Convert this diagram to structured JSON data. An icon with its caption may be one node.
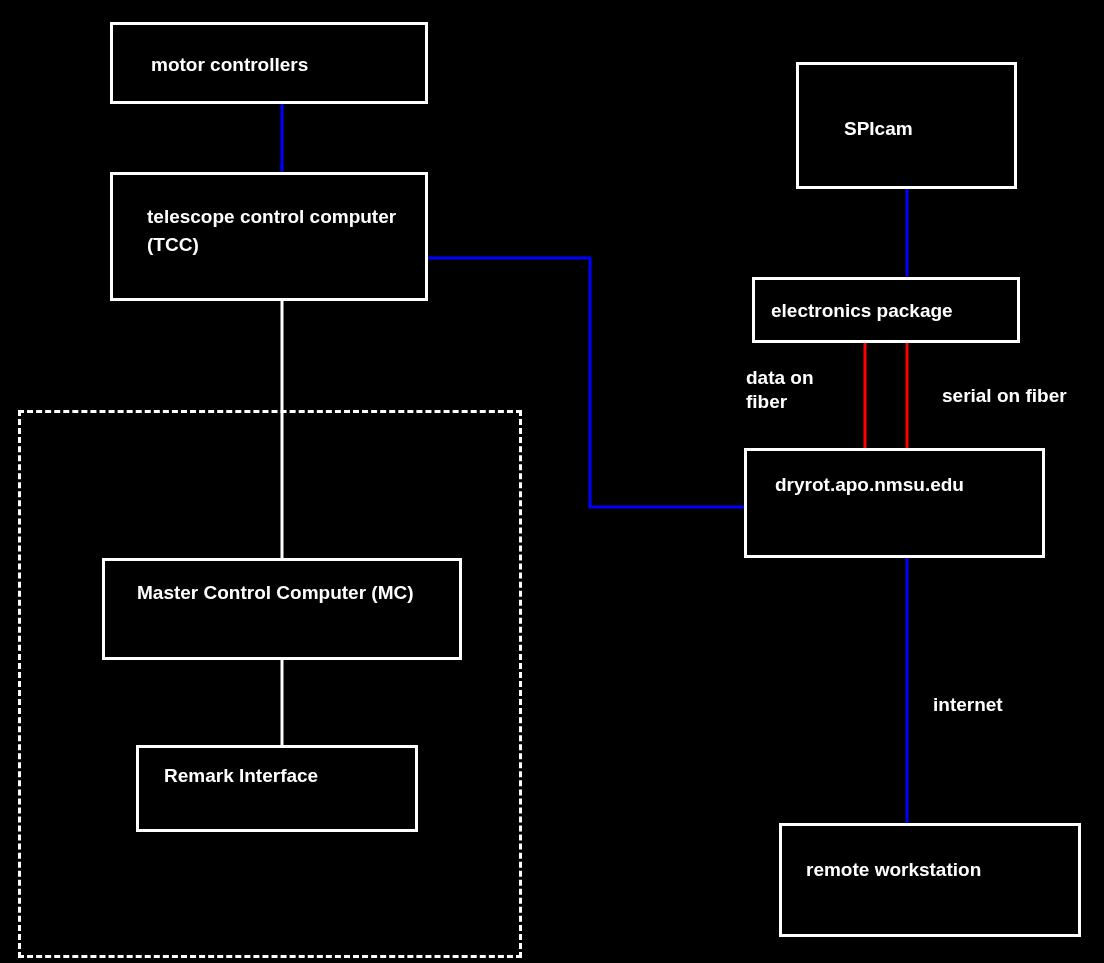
{
  "diagram": {
    "nodes": [
      {
        "text": [
          "motor controllers"
        ]
      },
      {
        "text": [
          "telescope control computer (TCC)"
        ]
      },
      {
        "text": [],
        "shape": "box"
      },
      {
        "text": [
          "Master Control Computer (MC)"
        ],
        "in": 2
      },
      {
        "text": [
          "Remark Interface"
        ],
        "in": 2
      },
      {
        "text": [
          "SPIcam"
        ]
      },
      {
        "text": [
          "electronics package"
        ]
      },
      {
        "text": [
          "dryrot.apo.nmsu.edu"
        ]
      },
      {
        "text": [
          "remote workstation"
        ]
      }
    ],
    "edges": [
      {
        "from": 0,
        "to": 1,
        "arrow": "none"
      },
      {
        "from": 1,
        "to": 7,
        "arrow": "none"
      },
      {
        "from": 1,
        "to": 3,
        "arrow": "none",
        "color": "#ffffff"
      },
      {
        "from": 3,
        "to": 4,
        "arrow": "none",
        "color": "#ffffff"
      },
      {
        "from": 5,
        "to": 6,
        "arrow": "none"
      },
      {
        "from": 6,
        "to": 7,
        "label": "data on fiber",
        "arrow": "none",
        "color": "#ff0000"
      },
      {
        "from": 6,
        "to": 7,
        "label": "serial on fiber",
        "arrow": "none",
        "color": "#ff0000"
      },
      {
        "from": 7,
        "to": 8,
        "label": "internet",
        "arrow": "none"
      }
    ]
  }
}
